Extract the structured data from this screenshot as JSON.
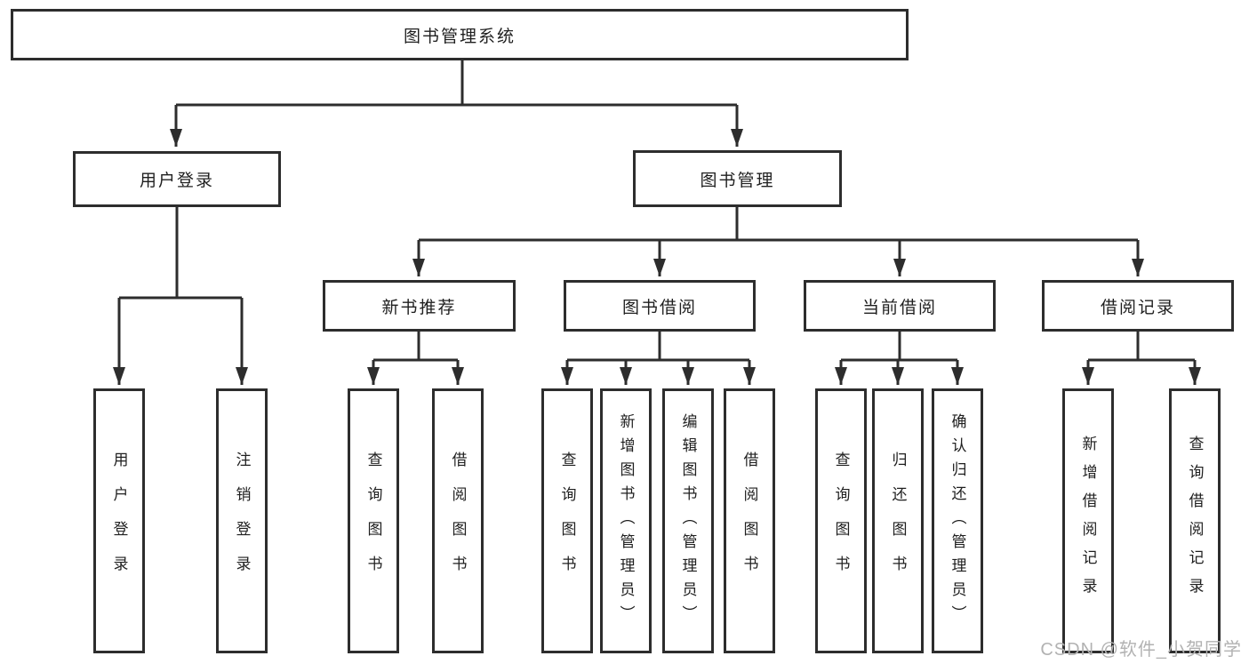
{
  "diagram": {
    "title": "图书管理系统",
    "colors": {
      "line": "#2d2d2d",
      "text": "#1f1f1f",
      "box_background": "#ffffff",
      "watermark": "#b2b2b2"
    },
    "nodes": {
      "root": "图书管理系统",
      "user_login": "用户登录",
      "book_mgmt": "图书管理",
      "leaf_user_login": "用户登录",
      "leaf_logout": "注销登录",
      "new_book_rec": "新书推荐",
      "book_borrow": "图书借阅",
      "current_borrow": "当前借阅",
      "borrow_records": "借阅记录",
      "nb_leaf_query": "查询图书",
      "nb_leaf_borrow": "借阅图书",
      "bb_leaf_query": "查询图书",
      "bb_leaf_add": "新增图书（管理员）",
      "bb_leaf_edit": "编辑图书（管理员）",
      "bb_leaf_borrow": "借阅图书",
      "cb_leaf_query": "查询图书",
      "cb_leaf_return": "归还图书",
      "cb_leaf_confirm": "确认归还（管理员）",
      "br_leaf_add": "新增借阅记录",
      "br_leaf_query": "查询借阅记录"
    },
    "structure": {
      "图书管理系统": [
        "用户登录",
        "图书管理"
      ],
      "用户登录": [
        "用户登录",
        "注销登录"
      ],
      "图书管理": [
        "新书推荐",
        "图书借阅",
        "当前借阅",
        "借阅记录"
      ],
      "新书推荐": [
        "查询图书",
        "借阅图书"
      ],
      "图书借阅": [
        "查询图书",
        "新增图书（管理员）",
        "编辑图书（管理员）",
        "借阅图书"
      ],
      "当前借阅": [
        "查询图书",
        "归还图书",
        "确认归还（管理员）"
      ],
      "借阅记录": [
        "新增借阅记录",
        "查询借阅记录"
      ]
    },
    "watermark": "CSDN @软件_小贺同学"
  }
}
